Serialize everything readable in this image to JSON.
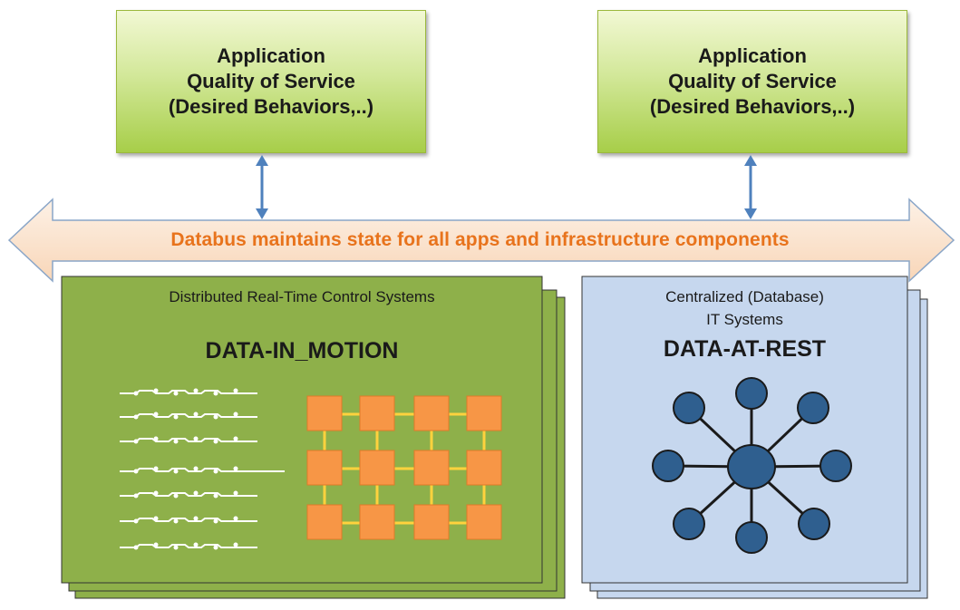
{
  "qos_boxes": [
    {
      "line1": "Application",
      "line2": "Quality of Service",
      "line3": "(Desired Behaviors,..)"
    },
    {
      "line1": "Application",
      "line2": "Quality of Service",
      "line3": "(Desired Behaviors,..)"
    }
  ],
  "databus": {
    "text": "Databus maintains state for all apps and infrastructure components"
  },
  "left_panel": {
    "subtitle": "Distributed  Real-Time Control  Systems",
    "title": "DATA-IN_MOTION"
  },
  "right_panel": {
    "subtitle_line1": "Centralized (Database)",
    "subtitle_line2": "IT Systems",
    "title": "DATA-AT-REST"
  },
  "colors": {
    "qos_green": "#a7ce49",
    "databus_fill": "#fbe3d0",
    "databus_text": "#e8731c",
    "connector_blue": "#4f81bd",
    "control_green": "#8eb04a",
    "grid_node_orange": "#f79646",
    "it_blue": "#c6d7ee",
    "star_node_blue": "#2f5f8f"
  }
}
